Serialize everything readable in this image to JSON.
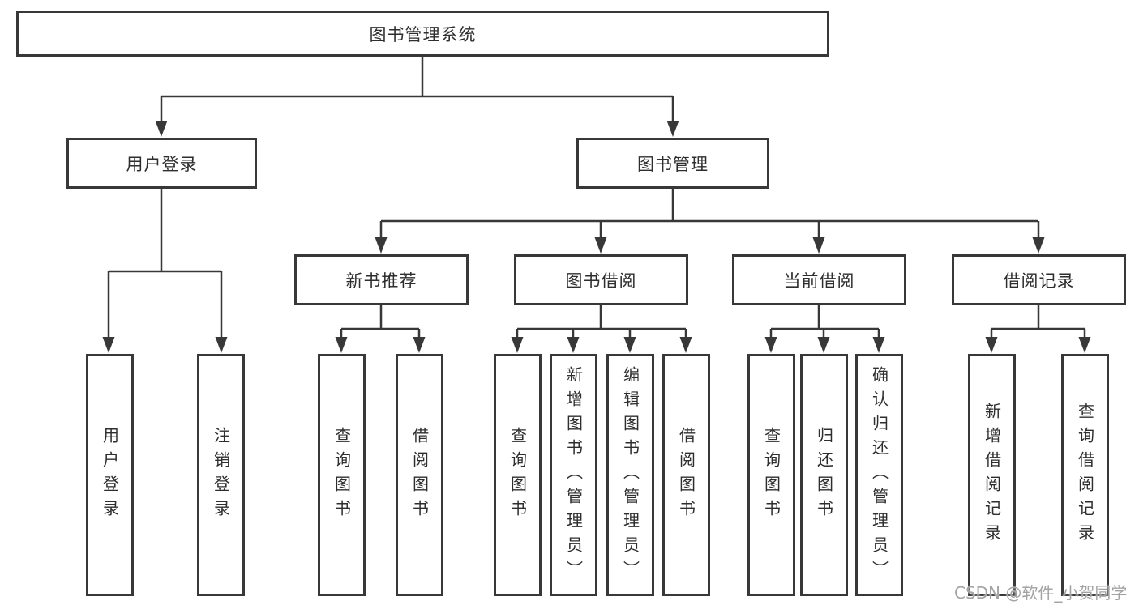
{
  "diagram": {
    "root": {
      "label": "图书管理系统"
    },
    "branches": [
      {
        "label": "用户登录",
        "children": [
          "用户登录",
          "注销登录"
        ]
      },
      {
        "label": "图书管理",
        "groups": [
          {
            "label": "新书推荐",
            "children": [
              "查询图书",
              "借阅图书"
            ]
          },
          {
            "label": "图书借阅",
            "children": [
              "查询图书",
              "新增图书（管理员）",
              "编辑图书（管理员）",
              "借阅图书"
            ]
          },
          {
            "label": "当前借阅",
            "children": [
              "查询图书",
              "归还图书",
              "确认归还（管理员）"
            ]
          },
          {
            "label": "借阅记录",
            "children": [
              "新增借阅记录",
              "查询借阅记录"
            ]
          }
        ]
      }
    ]
  },
  "watermark": {
    "text": "CSDN @软件_小贺同学"
  },
  "colors": {
    "line": "#383838",
    "box_border": "#383838",
    "text": "#2e2e2e",
    "watermark_text": "#a3a3a3",
    "background": "#ffffff"
  }
}
